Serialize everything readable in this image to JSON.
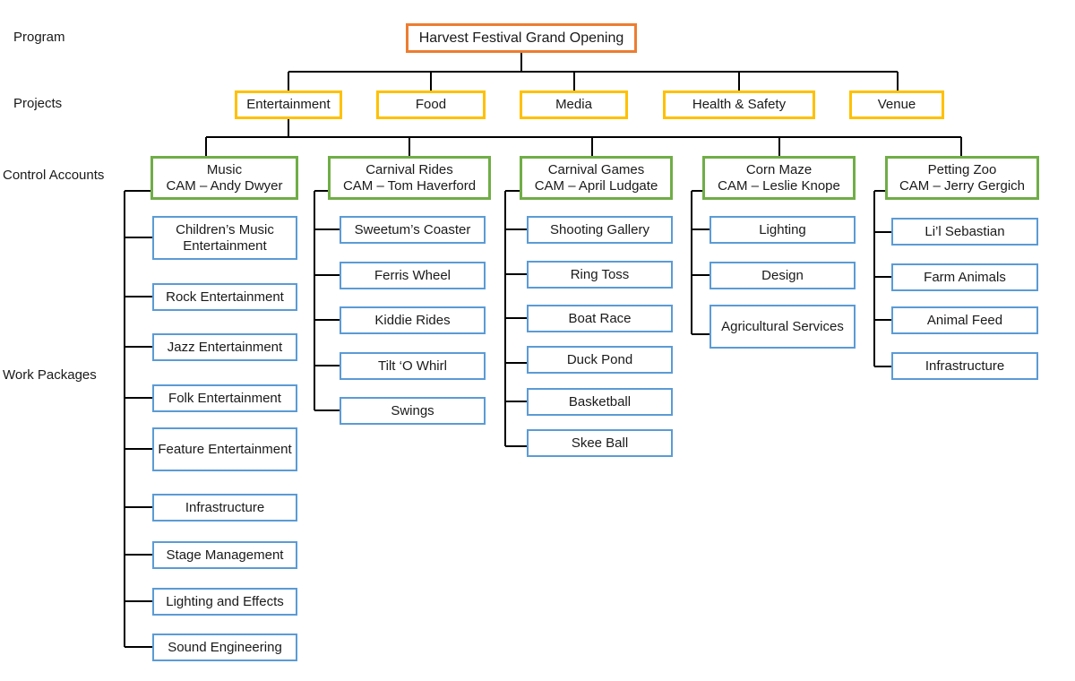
{
  "levels": {
    "program": "Program",
    "projects": "Projects",
    "control_accounts": "Control Accounts",
    "work_packages": "Work Packages"
  },
  "program": {
    "title": "Harvest Festival Grand Opening"
  },
  "projects": [
    "Entertainment",
    "Food",
    "Media",
    "Health & Safety",
    "Venue"
  ],
  "control_accounts": [
    {
      "name": "Music",
      "cam": "CAM – Andy Dwyer",
      "work_packages": [
        "Children’s Music Entertainment",
        "Rock Entertainment",
        "Jazz Entertainment",
        "Folk Entertainment",
        "Feature Entertainment",
        "Infrastructure",
        "Stage Management",
        "Lighting and Effects",
        "Sound Engineering"
      ]
    },
    {
      "name": "Carnival Rides",
      "cam": "CAM – Tom Haverford",
      "work_packages": [
        "Sweetum’s Coaster",
        "Ferris Wheel",
        "Kiddie Rides",
        "Tilt ‘O Whirl",
        "Swings"
      ]
    },
    {
      "name": "Carnival Games",
      "cam": "CAM – April Ludgate",
      "work_packages": [
        "Shooting Gallery",
        "Ring Toss",
        "Boat Race",
        "Duck Pond",
        "Basketball",
        "Skee Ball"
      ]
    },
    {
      "name": "Corn Maze",
      "cam": "CAM – Leslie Knope",
      "work_packages": [
        "Lighting",
        "Design",
        "Agricultural Services"
      ]
    },
    {
      "name": "Petting Zoo",
      "cam": "CAM – Jerry Gergich",
      "work_packages": [
        "Li’l Sebastian",
        "Farm Animals",
        "Animal Feed",
        "Infrastructure"
      ]
    }
  ],
  "colors": {
    "program_border": "#ed7d31",
    "project_border": "#ffc000",
    "control_account_border": "#70ad47",
    "work_package_border": "#5b9bd5",
    "connector": "#000000"
  }
}
